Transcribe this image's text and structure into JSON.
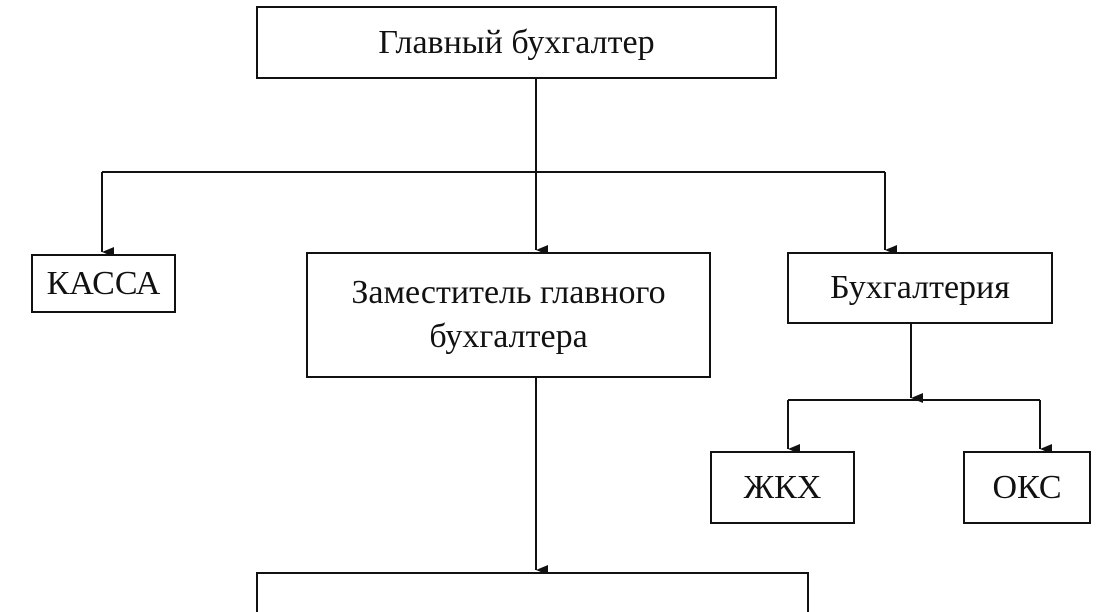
{
  "diagram": {
    "nodes": {
      "chief": "Главный бухгалтер",
      "cash": "КАССА",
      "deputy_line1": "Заместитель главного",
      "deputy_line2": "бухгалтера",
      "accounting": "Бухгалтерия",
      "zhkh": "ЖКХ",
      "oks": "ОКС",
      "bottom": ""
    },
    "edges": [
      {
        "from": "chief",
        "to": "cash"
      },
      {
        "from": "chief",
        "to": "deputy"
      },
      {
        "from": "chief",
        "to": "accounting"
      },
      {
        "from": "accounting",
        "to": "zhkh"
      },
      {
        "from": "accounting",
        "to": "oks"
      },
      {
        "from": "deputy",
        "to": "bottom"
      }
    ],
    "line_color": "#111111"
  }
}
